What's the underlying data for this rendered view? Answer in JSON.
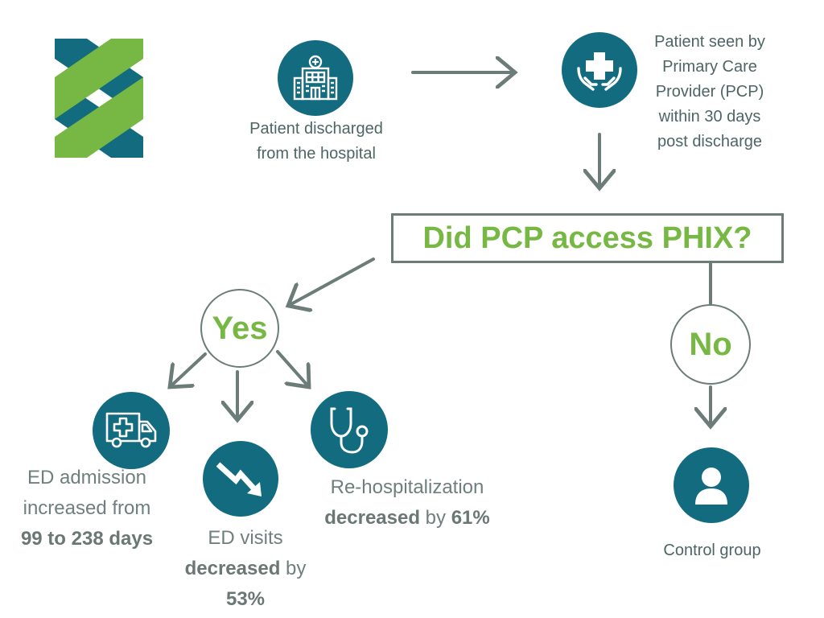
{
  "logo": {
    "icon": "phix-logo"
  },
  "nodes": {
    "discharged": {
      "icon": "hospital-icon",
      "label_line1": "Patient discharged",
      "label_line2": "from the hospital"
    },
    "pcp_seen": {
      "icon": "medical-care-icon",
      "label_lines": [
        "Patient seen by",
        "Primary Care",
        "Provider (PCP)",
        "within 30 days",
        "post discharge"
      ]
    },
    "question": {
      "text": "Did PCP access PHIX?"
    },
    "yes": {
      "text": "Yes"
    },
    "no": {
      "text": "No"
    },
    "ed_admission": {
      "icon": "ambulance-icon",
      "line1": "ED admission",
      "line2": "increased from",
      "line3_bold": "99 to 238 days"
    },
    "ed_visits": {
      "icon": "trending-down-icon",
      "line1": "ED visits",
      "line2_bold": "decreased",
      "line2_rest": " by",
      "line3_bold": "53%"
    },
    "rehospitalization": {
      "icon": "stethoscope-icon",
      "line1": "Re-hospitalization",
      "line2_bold": "decreased",
      "line2_mid": " by ",
      "line2_bold2": "61%"
    },
    "control": {
      "icon": "user-icon",
      "label": "Control group"
    }
  },
  "colors": {
    "teal": "#126b7f",
    "green": "#76b843",
    "gray": "#6b7c79"
  }
}
